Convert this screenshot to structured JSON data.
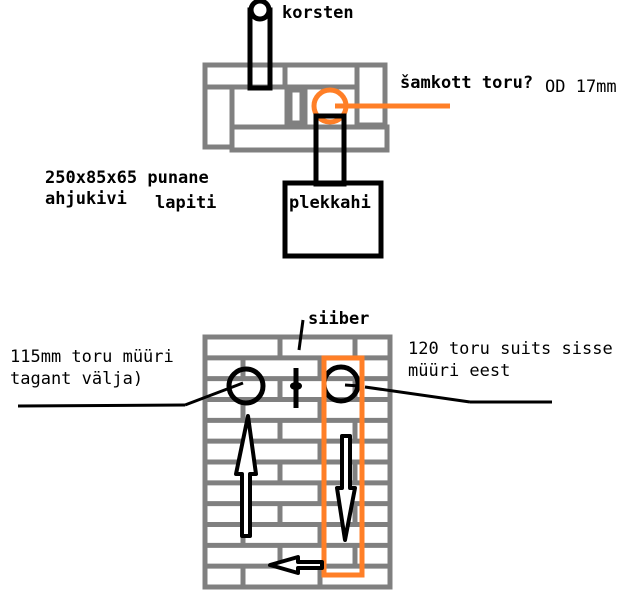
{
  "labels": {
    "chimney": "korsten",
    "fireclay_pipe": "šamkott toru?",
    "outer_diameter": "OD 17mm",
    "brick_line1": "250x85x65 punane",
    "brick_line2": "ahjukivi",
    "brick_line3": "lapiti",
    "metal_box": "plekkahi",
    "damper": "siiber",
    "pipe_out_line1": "115mm toru müüri",
    "pipe_out_line2": "tagant välja)",
    "pipe_in_line1": "120 toru suits sisse",
    "pipe_in_line2": "müüri eest"
  },
  "colors": {
    "brick": "#808080",
    "highlight": "#ff7f27",
    "ink": "#000000"
  }
}
